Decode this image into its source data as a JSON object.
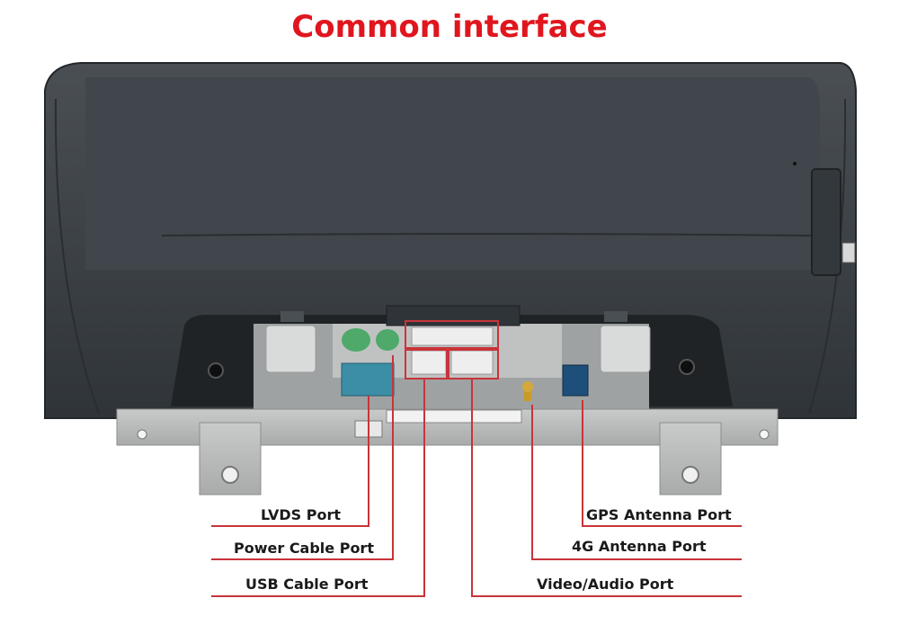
{
  "title": "Common interface",
  "labels": {
    "lvds": "LVDS Port",
    "power": "Power Cable Port",
    "usb": "USB Cable Port",
    "gps": "GPS Antenna Port",
    "g4": "4G Antenna Port",
    "video": "Video/Audio Port"
  },
  "colors": {
    "title": "#e0161e",
    "leader_line": "#c8343a",
    "housing": "#3d4246",
    "bracket": "#b9bbbb",
    "connector_blue": "#3b8ea5"
  }
}
